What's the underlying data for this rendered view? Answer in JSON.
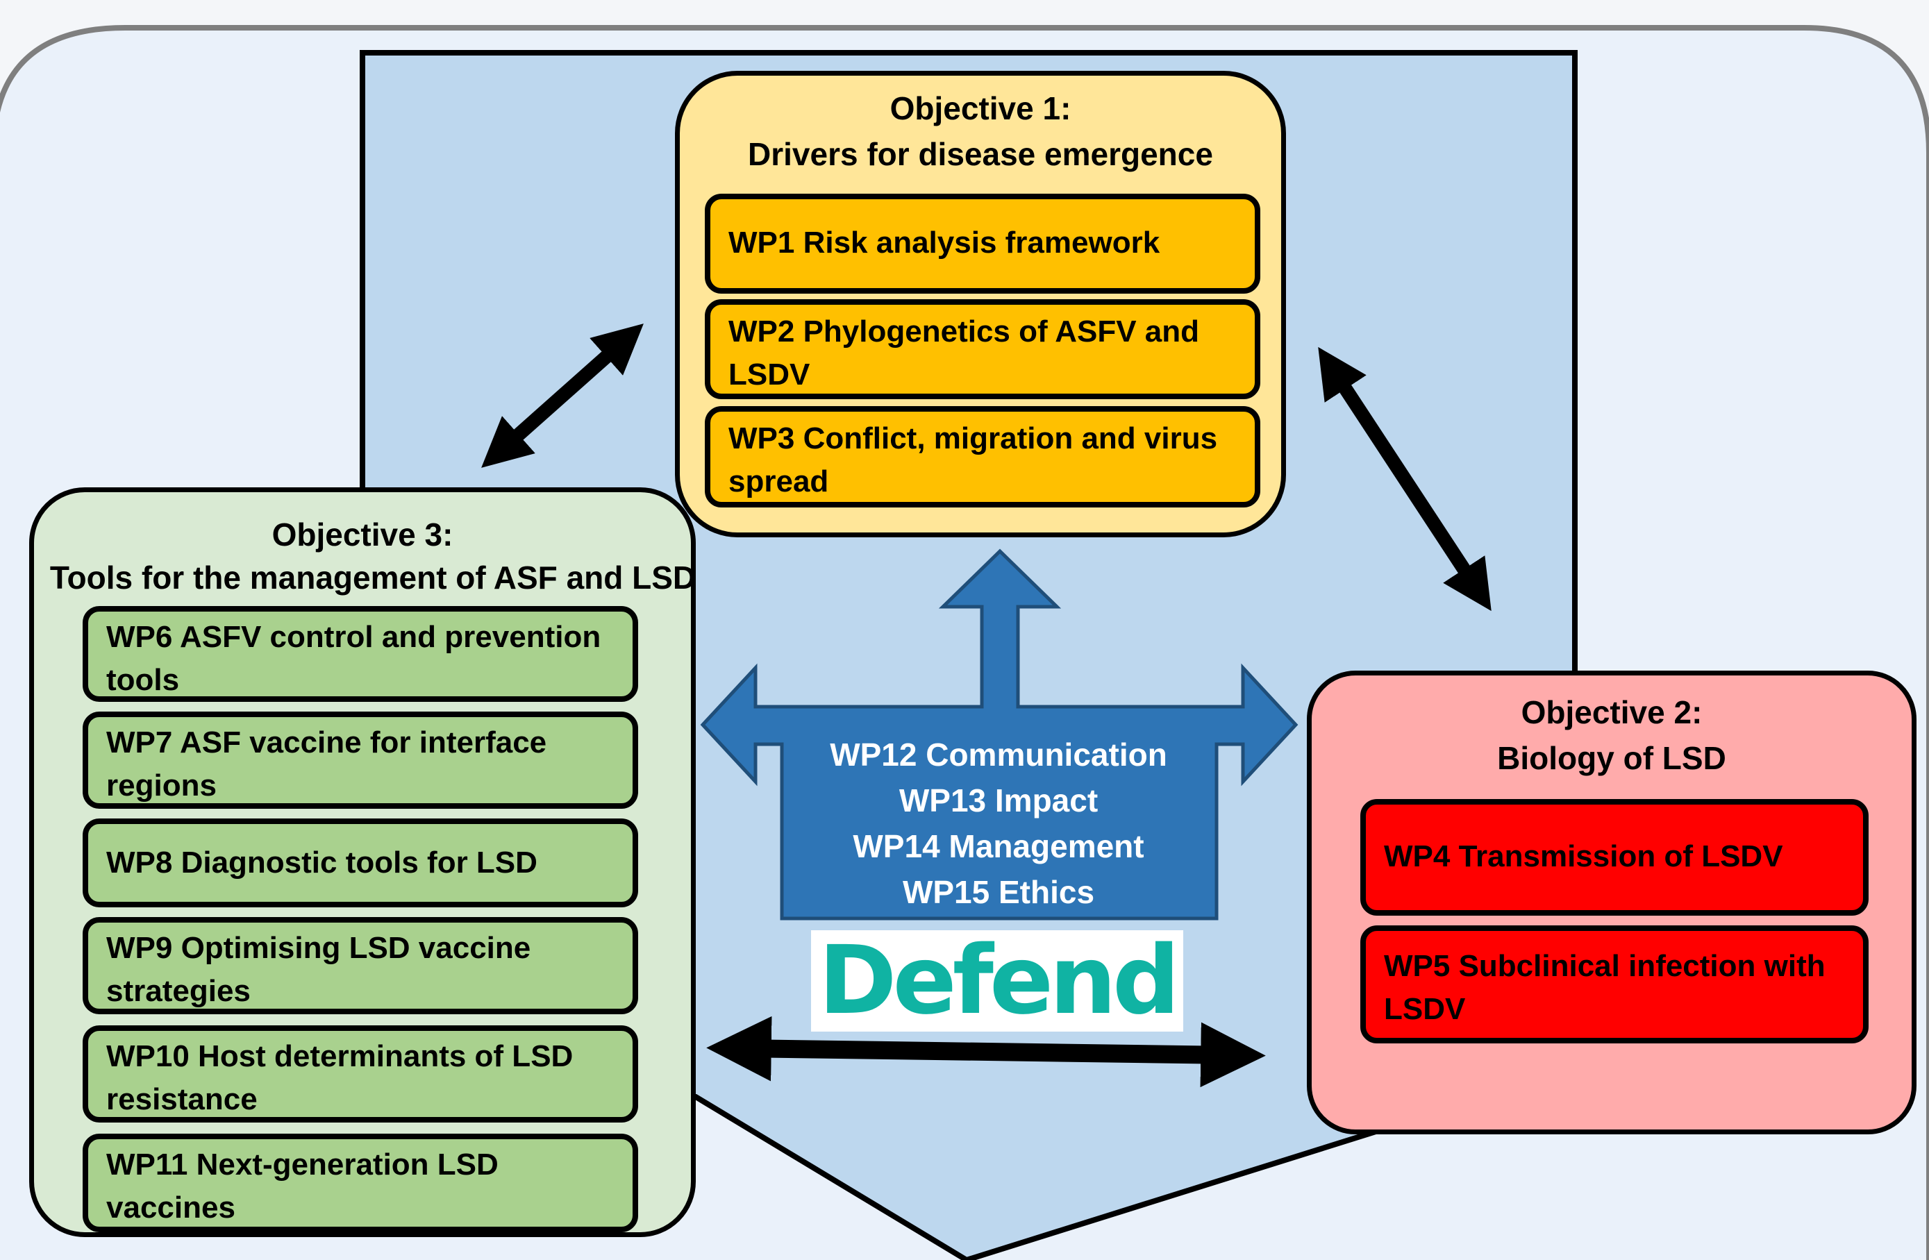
{
  "objectives": {
    "obj1": {
      "title": "Objective 1:",
      "subtitle": "Drivers for disease  emergence",
      "items": [
        "WP1  Risk analysis  framework",
        "WP2  Phylogenetics of ASFV and LSDV",
        "WP3  Conflict, migration  and virus spread"
      ]
    },
    "obj2": {
      "title": "Objective 2:",
      "subtitle": "Biology of LSD",
      "items": [
        "WP4  Transmission  of LSDV",
        "WP5  Subclinical  infection with LSDV"
      ]
    },
    "obj3": {
      "title": "Objective 3:",
      "subtitle": "Tools for the management of ASF and LSD",
      "items": [
        "WP6  ASFV control and prevention tools",
        "WP7  ASF vaccine for interface regions",
        "WP8  Diagnostic tools for LSD",
        "WP9  Optimising LSD vaccine strategies",
        "WP10  Host determinants of LSD resistance",
        "WP11  Next-generation LSD vaccines"
      ]
    }
  },
  "center": {
    "items": [
      "WP12  Communication",
      "WP13  Impact",
      "WP14 Management",
      "WP15 Ethics"
    ]
  },
  "logo": {
    "text": "Defend"
  },
  "colors": {
    "background_panel": "#eaf1fa",
    "pentagon": "#bdd7ee",
    "obj1_fill": "#ffe699",
    "obj1_items": "#ffc000",
    "obj2_fill": "#ffabab",
    "obj2_items": "#ff0000",
    "obj3_fill": "#d9ead3",
    "obj3_items": "#a9d18e",
    "center_arrow": "#2e75b6",
    "logo_text": "#10b3a3"
  }
}
